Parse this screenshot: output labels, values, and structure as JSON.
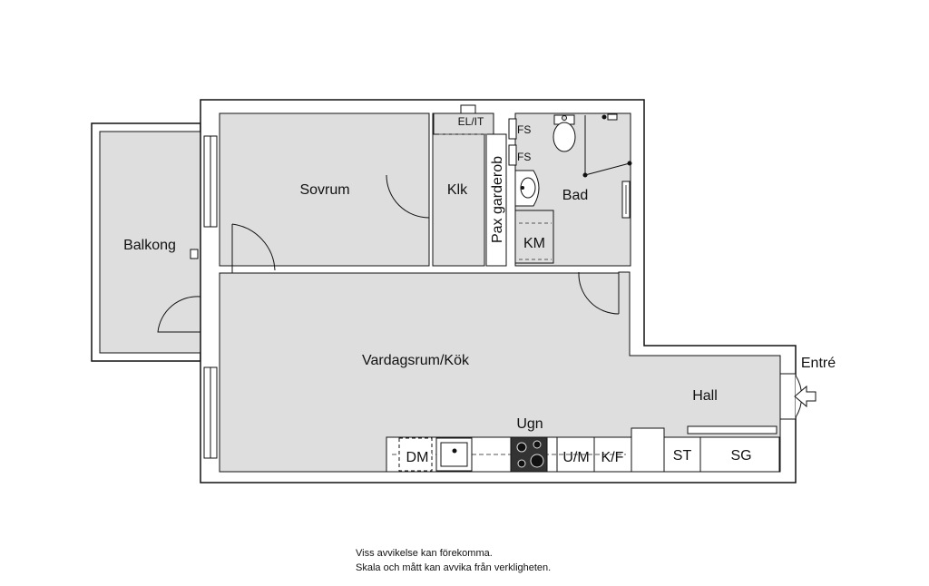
{
  "rooms": {
    "sovrum": "Sovrum",
    "klk": "Klk",
    "el_it": "EL/IT",
    "pax": "Pax garderob",
    "fs1": "FS",
    "fs2": "FS",
    "bad": "Bad",
    "km": "KM",
    "balkong": "Balkong",
    "vardagsrum": "Vardagsrum/Kök",
    "hall": "Hall",
    "entre": "Entré"
  },
  "appliances": {
    "ugn": "Ugn",
    "dm": "DM",
    "um": "U/M",
    "kf": "K/F",
    "st": "ST",
    "sg": "SG"
  },
  "footer": {
    "line1": "Viss avvikelse kan förekomma.",
    "line2": "Skala och mått kan avvika från verkligheten."
  },
  "colors": {
    "floor": "#dedede",
    "wall": "#ffffff",
    "line": "#111111"
  }
}
